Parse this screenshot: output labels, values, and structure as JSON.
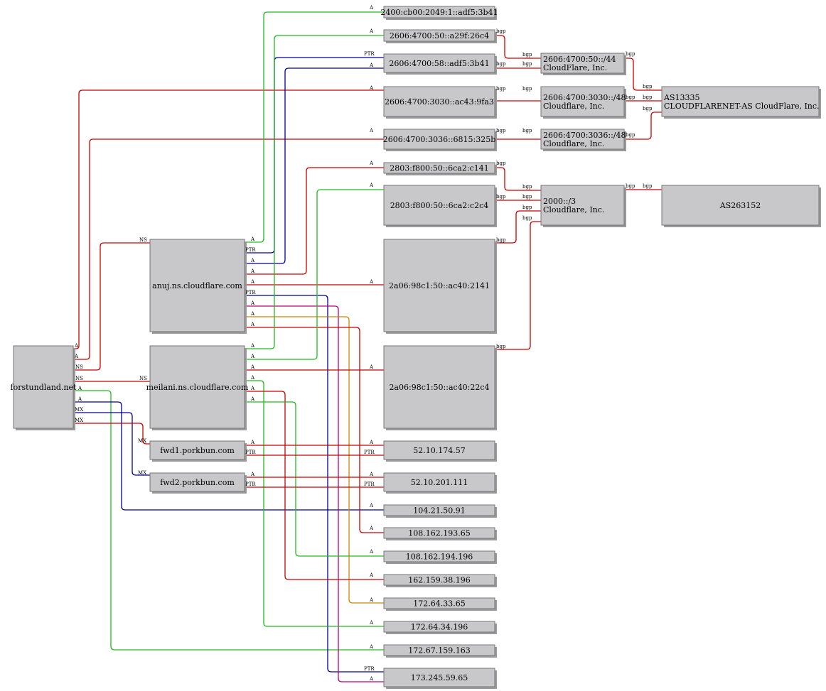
{
  "colors": {
    "A": "#cc0000",
    "A_green": "#22bb22",
    "PTR": "#000099",
    "A_orange": "#cc8800",
    "A_magenta": "#bb0077",
    "NS": "#cc0000",
    "MX": "#cc0000",
    "bgp": "#cc0000",
    "node_fill": "#c8c7ca"
  },
  "nodes": {
    "domain": "forstundland.net",
    "ns1": "anuj.ns.cloudflare.com",
    "ns2": "meilani.ns.cloudflare.com",
    "mx1": "fwd1.porkbun.com",
    "mx2": "fwd2.porkbun.com",
    "ip_2400": "2400:cb00:2049:1::adf5:3b41",
    "ip_2606_a29f": "2606:4700:50::a29f:26c4",
    "ip_2606_58": "2606:4700:58::adf5:3b41",
    "ip_2606_3030": "2606:4700:3030::ac43:9fa3",
    "ip_2606_3036": "2606:4700:3036::6815:325b",
    "ip_2803_c141": "2803:f800:50::6ca2:c141",
    "ip_2803_c2c4": "2803:f800:50::6ca2:c2c4",
    "ip_2a06_2141": "2a06:98c1:50::ac40:2141",
    "ip_2a06_22c4": "2a06:98c1:50::ac40:22c4",
    "ip_52_57": "52.10.174.57",
    "ip_52_111": "52.10.201.111",
    "ip_104": "104.21.50.91",
    "ip_108_65": "108.162.193.65",
    "ip_108_196": "108.162.194.196",
    "ip_162": "162.159.38.196",
    "ip_172_65": "172.64.33.65",
    "ip_172_196": "172.64.34.196",
    "ip_172_67": "172.67.159.163",
    "ip_173": "173.245.59.65",
    "pfx_44": [
      "2606:4700:50::/44",
      "CloudFlare, Inc."
    ],
    "pfx_3030": [
      "2606:4700:3030::/48",
      "Cloudflare, Inc."
    ],
    "pfx_3036": [
      "2606:4700:3036::/48",
      "Cloudflare, Inc."
    ],
    "pfx_2000": [
      "2000::/3",
      "Cloudflare, Inc."
    ],
    "as13335": [
      "AS13335",
      "CLOUDFLARENET-AS CloudFlare, Inc."
    ],
    "as263152": "AS263152"
  },
  "edge_labels": {
    "a": "A",
    "ns": "NS",
    "mx": "MX",
    "ptr": "PTR",
    "bgp": "bgp"
  }
}
